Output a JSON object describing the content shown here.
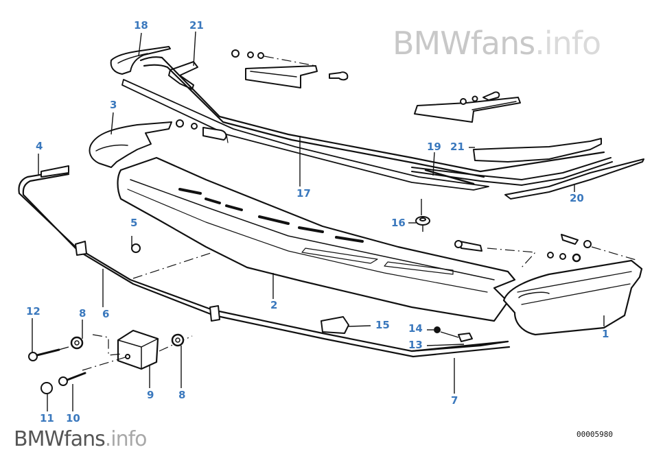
{
  "watermark_top": {
    "brand": "BMWfans",
    "suffix": ".info"
  },
  "watermark_bottom": {
    "brand": "BMWfans",
    "suffix": ".info"
  },
  "catalog_number": "00005980",
  "colors": {
    "label": "#3a78bd",
    "line": "#111111",
    "watermark": "#c8c8c8"
  },
  "callouts": [
    {
      "id": "18",
      "text": "18"
    },
    {
      "id": "21a",
      "text": "21"
    },
    {
      "id": "3",
      "text": "3"
    },
    {
      "id": "4",
      "text": "4"
    },
    {
      "id": "19",
      "text": "19"
    },
    {
      "id": "21b",
      "text": "21"
    },
    {
      "id": "17",
      "text": "17"
    },
    {
      "id": "20",
      "text": "20"
    },
    {
      "id": "16",
      "text": "16"
    },
    {
      "id": "5",
      "text": "5"
    },
    {
      "id": "2",
      "text": "2"
    },
    {
      "id": "6",
      "text": "6"
    },
    {
      "id": "12",
      "text": "12"
    },
    {
      "id": "8a",
      "text": "8"
    },
    {
      "id": "15",
      "text": "15"
    },
    {
      "id": "14",
      "text": "14"
    },
    {
      "id": "13",
      "text": "13"
    },
    {
      "id": "1",
      "text": "1"
    },
    {
      "id": "9",
      "text": "9"
    },
    {
      "id": "8b",
      "text": "8"
    },
    {
      "id": "7",
      "text": "7"
    },
    {
      "id": "11",
      "text": "11"
    },
    {
      "id": "10",
      "text": "10"
    }
  ]
}
